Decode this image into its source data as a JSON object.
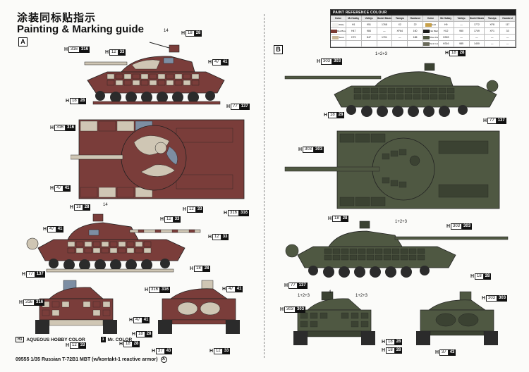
{
  "header": {
    "title_cn": "涂装同标贴指示",
    "title_en": "Painting & Marking guide"
  },
  "sections": {
    "a": "A",
    "b": "B"
  },
  "paint_table": {
    "heading": "PAINT REFERENCE COLOUR",
    "columns": [
      "Color",
      "Mr.Hobby",
      "Vallejo",
      "Model Master",
      "Tamiya",
      "Humbrol",
      "Color",
      "Mr.Hobby",
      "Vallejo",
      "Model Master",
      "Tamiya",
      "Humbrol"
    ],
    "rows": [
      [
        "White",
        "H1",
        "951",
        "1768",
        "X2",
        "22",
        "Gold",
        "H9",
        "—",
        "1772",
        "XF8",
        "117"
      ],
      [
        "Red Brown",
        "H47",
        "984",
        "—",
        "XF64",
        "160",
        "Flat Black",
        "H12",
        "950",
        "1749",
        "XF1",
        "33"
      ],
      [
        "Sand",
        "H79",
        "847",
        "1701",
        "—",
        "186",
        "Olive Drab",
        "H303",
        "—",
        "—",
        "—",
        "—"
      ],
      [
        "",
        "",
        "",
        "",
        "",
        "",
        "Tank Color",
        "H316",
        "985",
        "1400",
        "—",
        "—"
      ]
    ],
    "swatches": {
      "white": "#f1f1ee",
      "red_brown": "#7a3b33",
      "sand": "#c9b89a",
      "gold": "#c7a04a",
      "flat_black": "#1b1b1b",
      "olive": "#4f5640",
      "tank": "#6a6a5a"
    }
  },
  "colors": {
    "scheme_a_base": "#7a3d3a",
    "scheme_a_sand": "#cfc6b4",
    "scheme_a_blue": "#7d8ea3",
    "scheme_b_green": "#4f5842",
    "scheme_b_dark": "#3b4232",
    "track": "#2b2b2b"
  },
  "callouts_a": {
    "c1": {
      "h": "H",
      "aq": "316",
      "mr": "316"
    },
    "c2": {
      "h": "H",
      "aq": "12",
      "mr": "33"
    },
    "c3": {
      "h": "H",
      "aq": "18",
      "mr": "28"
    },
    "c4": {
      "h": "H",
      "aq": "47",
      "mr": "41"
    },
    "c5": {
      "h": "H",
      "aq": "18",
      "mr": "28"
    },
    "c6": {
      "h": "H",
      "aq": "77",
      "mr": "137"
    },
    "c7": {
      "h": "H",
      "aq": "316",
      "mr": "316"
    },
    "c8": {
      "h": "H",
      "aq": "47",
      "mr": "41"
    },
    "c9": {
      "h": "H",
      "aq": "12",
      "mr": "33"
    },
    "c10": {
      "h": "H",
      "aq": "18",
      "mr": "28"
    },
    "c11": {
      "h": "H",
      "aq": "12",
      "mr": "33"
    },
    "c12": {
      "h": "H",
      "aq": "316",
      "mr": "316"
    },
    "c13": {
      "h": "H",
      "aq": "47",
      "mr": "41"
    },
    "c14": {
      "h": "H",
      "aq": "12",
      "mr": "33"
    },
    "c15": {
      "h": "H",
      "aq": "77",
      "mr": "137"
    },
    "c16": {
      "h": "H",
      "aq": "18",
      "mr": "28"
    },
    "c17": {
      "h": "H",
      "aq": "316",
      "mr": "316"
    },
    "c18": {
      "h": "H",
      "aq": "316",
      "mr": "316"
    },
    "c19": {
      "h": "H",
      "aq": "47",
      "mr": "41"
    },
    "c20": {
      "h": "H",
      "aq": "47",
      "mr": "41"
    },
    "c21": {
      "h": "H",
      "aq": "18",
      "mr": "28"
    },
    "c22": {
      "h": "H",
      "aq": "18",
      "mr": "28"
    },
    "c23": {
      "h": "H",
      "aq": "12",
      "mr": "33"
    },
    "c24": {
      "h": "H",
      "aq": "37",
      "mr": "43"
    },
    "c25": {
      "h": "H",
      "aq": "12",
      "mr": "33"
    },
    "c26": {
      "h": "H",
      "aq": "77",
      "mr": "137"
    }
  },
  "callouts_b": {
    "c1": {
      "h": "H",
      "aq": "18",
      "mr": "28"
    },
    "c2": {
      "h": "H",
      "aq": "303",
      "mr": "303"
    },
    "c3": {
      "h": "H",
      "aq": "18",
      "mr": "28"
    },
    "c4": {
      "h": "H",
      "aq": "77",
      "mr": "137"
    },
    "c5": {
      "h": "H",
      "aq": "303",
      "mr": "303"
    },
    "c6": {
      "h": "H",
      "aq": "18",
      "mr": "28"
    },
    "c7": {
      "h": "H",
      "aq": "303",
      "mr": "303"
    },
    "c8": {
      "h": "H",
      "aq": "18",
      "mr": "28"
    },
    "c9": {
      "h": "H",
      "aq": "77",
      "mr": "137"
    },
    "c10": {
      "h": "H",
      "aq": "303",
      "mr": "303"
    },
    "c11": {
      "h": "H",
      "aq": "303",
      "mr": "303"
    },
    "c12": {
      "h": "H",
      "aq": "18",
      "mr": "28"
    },
    "c13": {
      "h": "H",
      "aq": "18",
      "mr": "28"
    },
    "c14": {
      "h": "H",
      "aq": "37",
      "mr": "43"
    }
  },
  "numbers": {
    "n14a": "14",
    "n14b": "14",
    "n123a": "1+2+3",
    "n123b": "1+2+3",
    "n123c": "1+2+3",
    "n123d": "1+2+3",
    "n4": "4"
  },
  "legend": {
    "aq_tag": "H1",
    "aq_label": "AQUEOUS HOBBY COLOR",
    "mr_tag": "1",
    "mr_label": "Mr. COLOR"
  },
  "footer": {
    "text": "09555 1/35 Russian T-72B1 MBT (w/kontakt-1 reactive armor)",
    "badge": "A"
  }
}
